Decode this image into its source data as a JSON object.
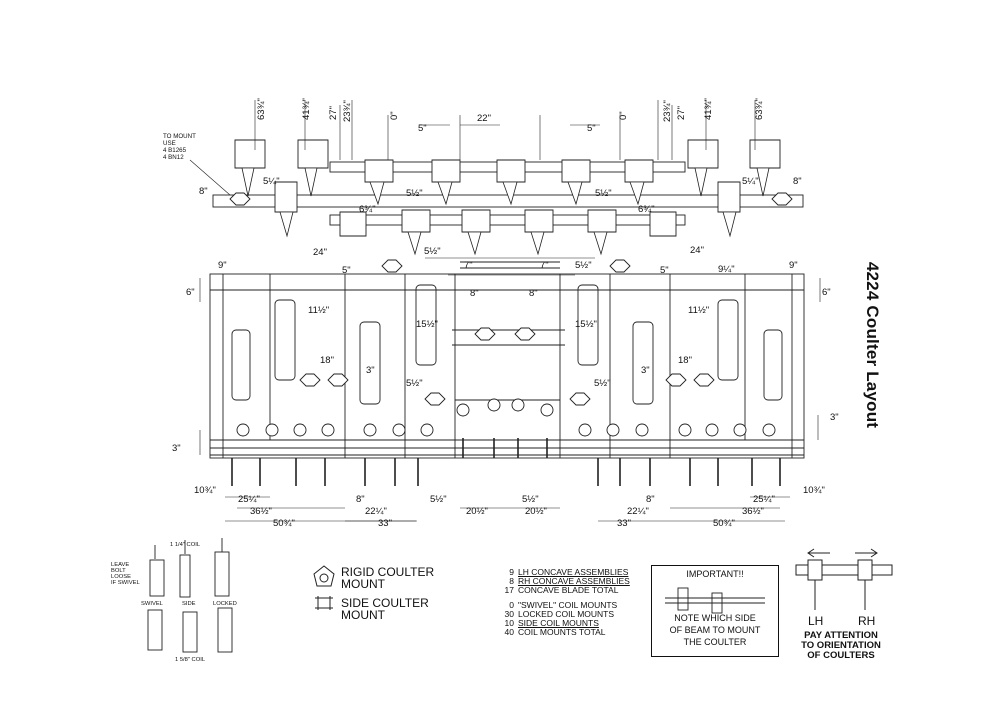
{
  "title": "4224 Coulter Layout",
  "note_mount": [
    "TO MOUNT",
    "USE",
    "4 B1265",
    "4 BN12"
  ],
  "dims": {
    "top_left": [
      "63¾\"",
      "41¾\"",
      "27\"",
      "23¾\""
    ],
    "top_center": [
      "0\"",
      "5\"",
      "22\"",
      "5\"",
      "0\""
    ],
    "top_right": [
      "23¾\"",
      "27\"",
      "41¾\"",
      "63¾\""
    ],
    "d8": "8\"",
    "d5_1_4": "5¼\"",
    "d5_1_2": "5½\"",
    "d6_3_4": "6¾\"",
    "d24": "24\"",
    "d9": "9\"",
    "d5": "5\"",
    "d7": "7\"",
    "d6": "6\"",
    "d11_1_2": "11½\"",
    "d15_1_2": "15½\"",
    "d9_1_4": "9¼\"",
    "d18": "18\"",
    "d3": "3\"",
    "d10_3_4": "10¾\"",
    "d25_1_4": "25¼\"",
    "d36_1_2": "36½\"",
    "d50_3_4": "50¾\"",
    "d22_1_4": "22¼\"",
    "d33": "33\"",
    "d20_1_2": "20½\""
  },
  "coil": {
    "leave_note": [
      "LEAVE",
      "BOLT",
      "LOOSE",
      "IF SWIVEL"
    ],
    "top_label": "1 1/4\" COIL",
    "bottom_label": "1 5/8\" COIL",
    "types": [
      "SWIVEL",
      "SIDE",
      "LOCKED"
    ]
  },
  "legend": {
    "rigid": [
      "RIGID COULTER",
      "MOUNT"
    ],
    "side": [
      "SIDE COULTER",
      "MOUNT"
    ]
  },
  "counts": [
    {
      "n": "9",
      "label": "LH CONCAVE ASSEMBLIES",
      "u": true
    },
    {
      "n": "8",
      "label": "RH CONCAVE ASSEMBLIES",
      "u": true
    },
    {
      "n": "17",
      "label": "CONCAVE BLADE TOTAL",
      "u": false
    },
    {
      "n": "0",
      "label": "\"SWIVEL\" COIL MOUNTS",
      "u": false
    },
    {
      "n": "30",
      "label": "LOCKED COIL MOUNTS",
      "u": false
    },
    {
      "n": "10",
      "label": "SIDE COIL MOUNTS",
      "u": true
    },
    {
      "n": "40",
      "label": "COIL MOUNTS TOTAL",
      "u": false
    }
  ],
  "important": {
    "title": "IMPORTANT!!",
    "note": [
      "NOTE WHICH SIDE",
      "OF BEAM TO MOUNT",
      "THE COULTER"
    ]
  },
  "orientation": {
    "lh": "LH",
    "rh": "RH",
    "note": [
      "PAY ATTENTION",
      "TO ORIENTATION",
      "OF COULTERS"
    ]
  }
}
